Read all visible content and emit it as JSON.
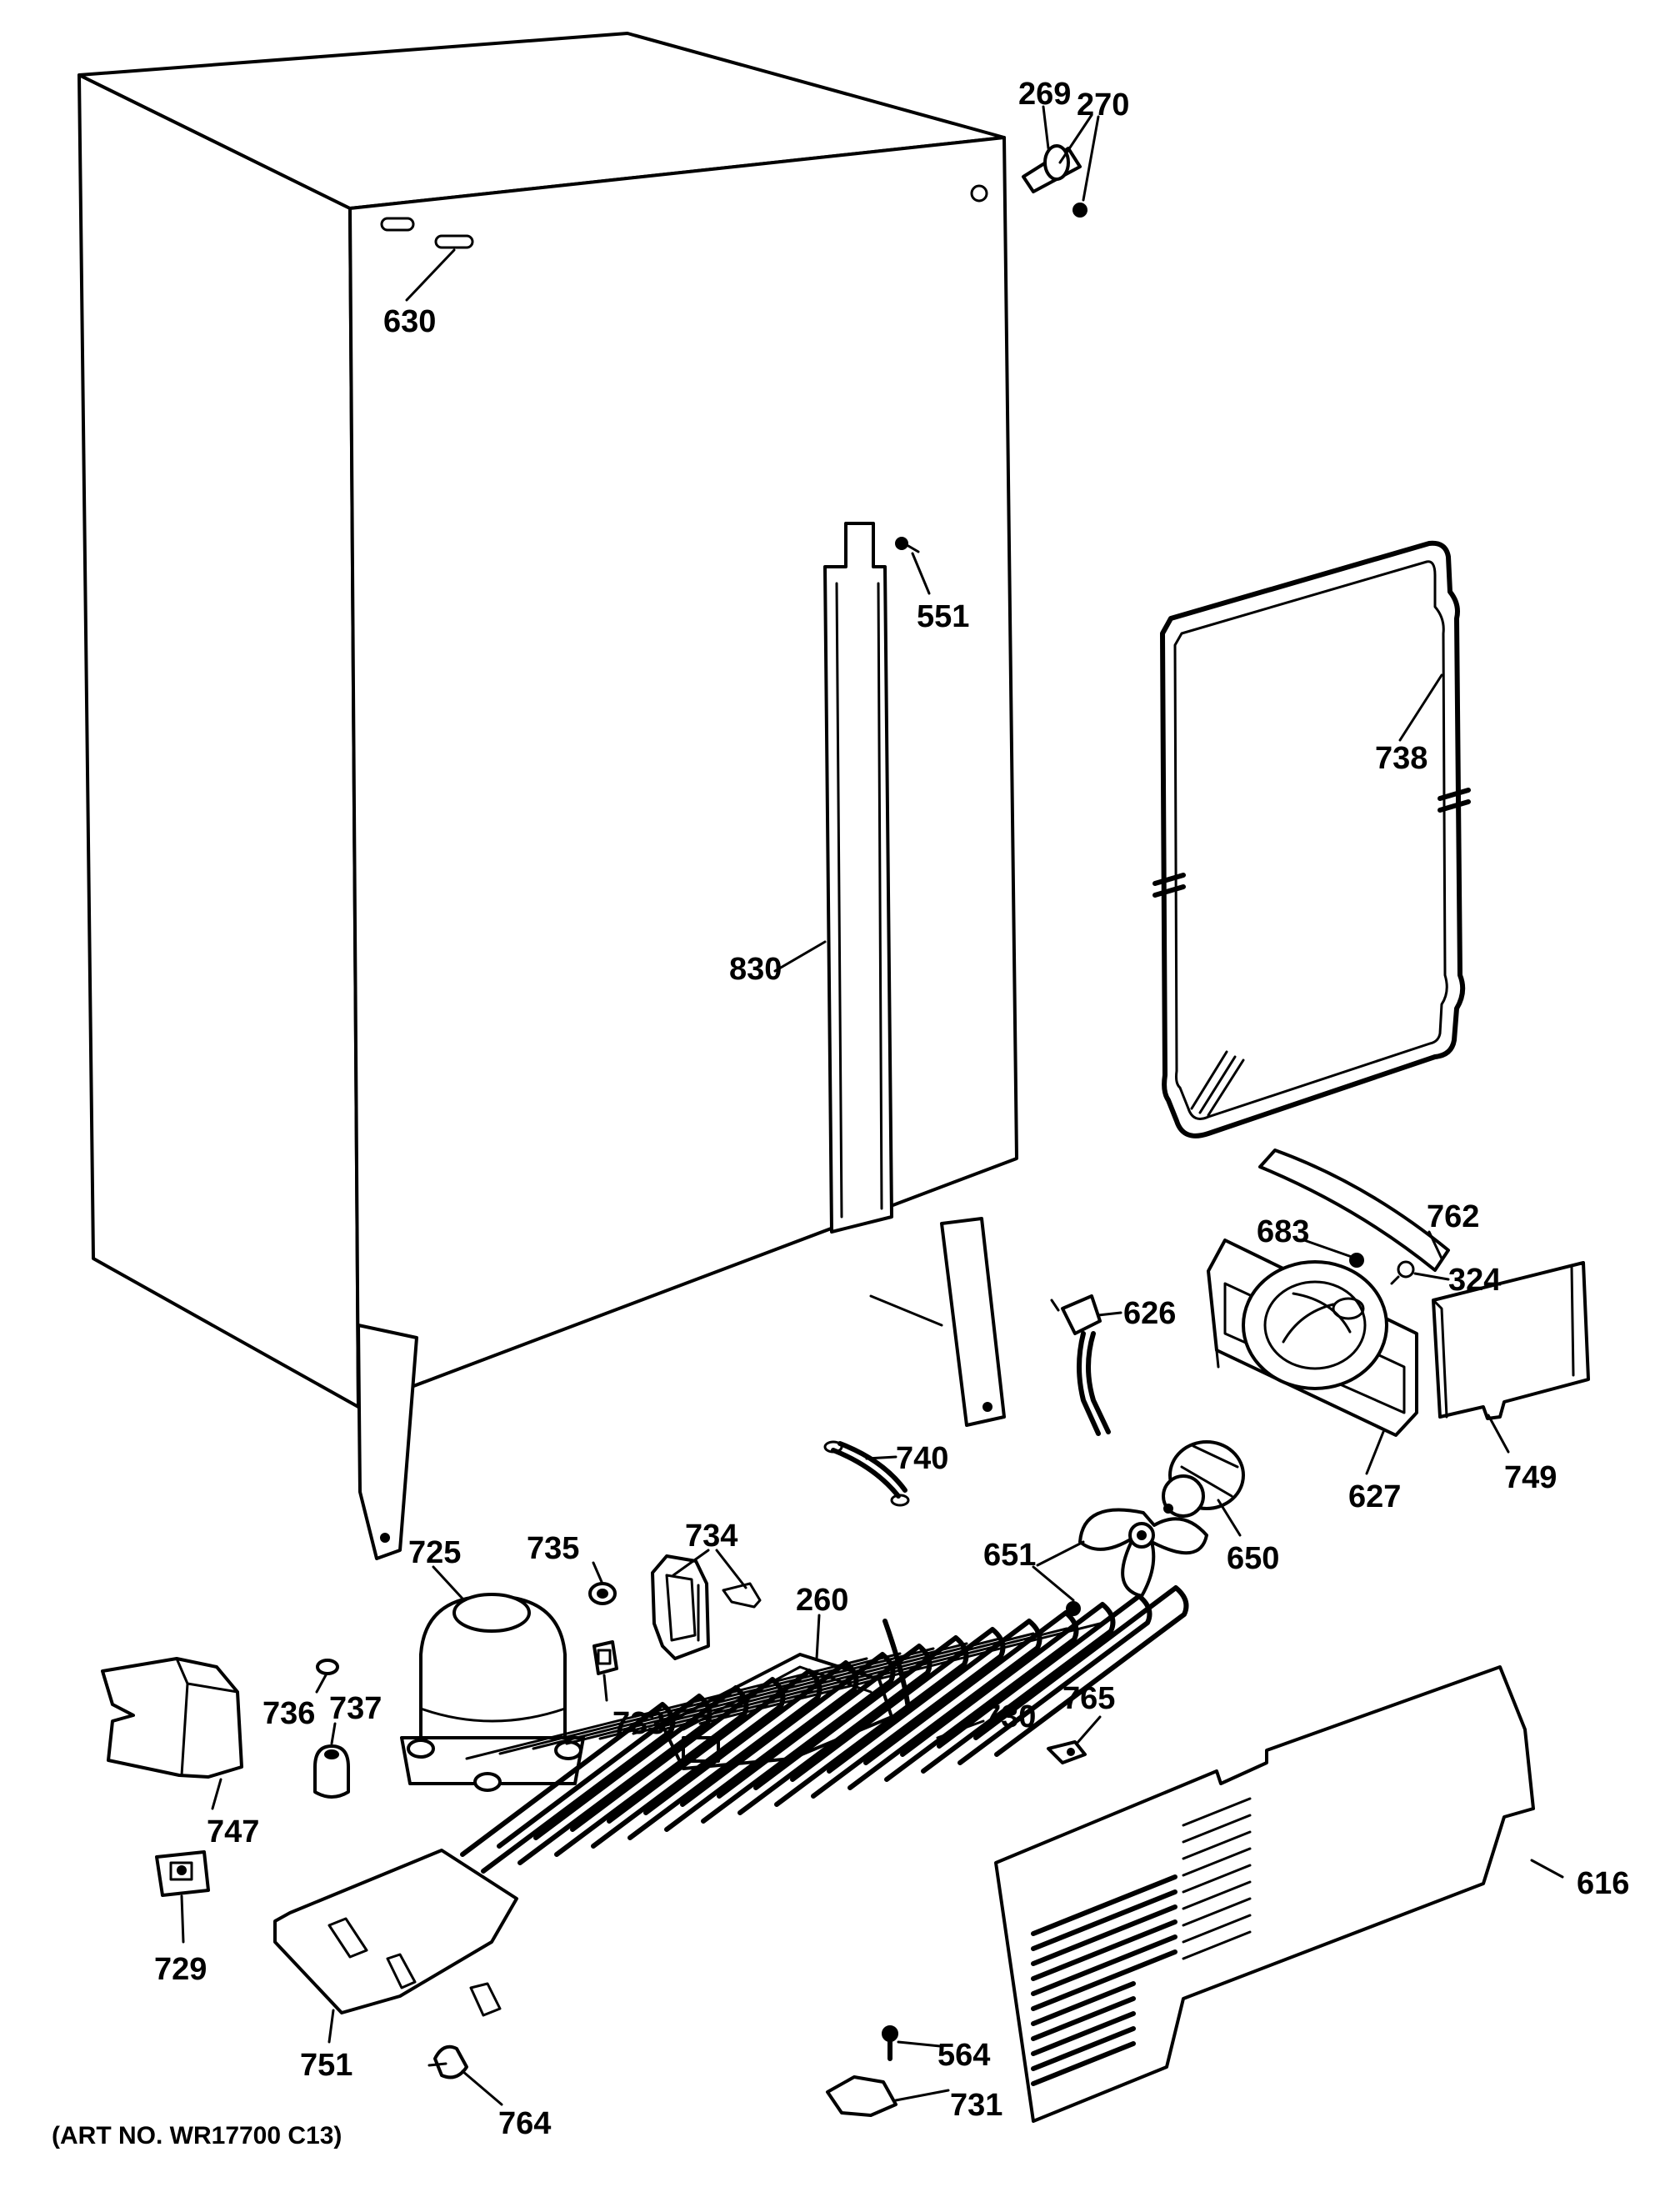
{
  "art_number": "(ART NO. WR17700 C13)",
  "callouts": [
    {
      "id": "269",
      "label": "269"
    },
    {
      "id": "270",
      "label": "270"
    },
    {
      "id": "630",
      "label": "630"
    },
    {
      "id": "551",
      "label": "551"
    },
    {
      "id": "738",
      "label": "738"
    },
    {
      "id": "830",
      "label": "830"
    },
    {
      "id": "762",
      "label": "762"
    },
    {
      "id": "683",
      "label": "683"
    },
    {
      "id": "324",
      "label": "324"
    },
    {
      "id": "626",
      "label": "626"
    },
    {
      "id": "749",
      "label": "749"
    },
    {
      "id": "740",
      "label": "740"
    },
    {
      "id": "627",
      "label": "627"
    },
    {
      "id": "725",
      "label": "725"
    },
    {
      "id": "734",
      "label": "734"
    },
    {
      "id": "735",
      "label": "735"
    },
    {
      "id": "650",
      "label": "650"
    },
    {
      "id": "651",
      "label": "651"
    },
    {
      "id": "260",
      "label": "260"
    },
    {
      "id": "736",
      "label": "736"
    },
    {
      "id": "737",
      "label": "737"
    },
    {
      "id": "733",
      "label": "733"
    },
    {
      "id": "730",
      "label": "730"
    },
    {
      "id": "765",
      "label": "765"
    },
    {
      "id": "747",
      "label": "747"
    },
    {
      "id": "616",
      "label": "616"
    },
    {
      "id": "729",
      "label": "729"
    },
    {
      "id": "751",
      "label": "751"
    },
    {
      "id": "564",
      "label": "564"
    },
    {
      "id": "764",
      "label": "764"
    },
    {
      "id": "731",
      "label": "731"
    }
  ]
}
